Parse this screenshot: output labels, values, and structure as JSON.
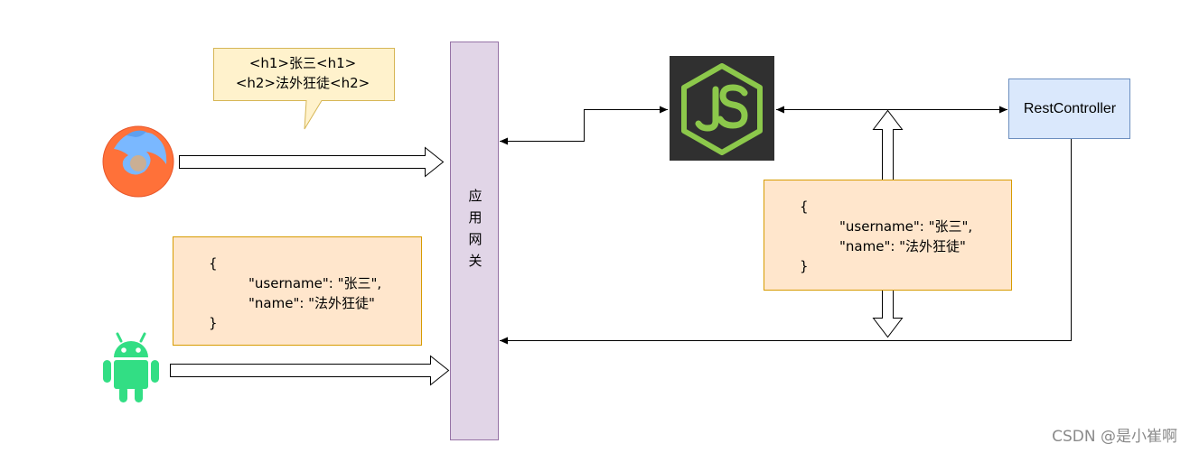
{
  "callout_bubble": {
    "line1": "<h1>张三<h1>",
    "line2": "<h2>法外狂徒<h2>"
  },
  "gateway": {
    "label_chars": [
      "应",
      "用",
      "网",
      "关"
    ]
  },
  "json_left": {
    "open": "{",
    "username_line": "\"username\": \"张三\",",
    "name_line": "\"name\": \"法外狂徒\"",
    "close": "}"
  },
  "json_right": {
    "open": "{",
    "username_line": "\"username\": \"张三\",",
    "name_line": "\"name\": \"法外狂徒\"",
    "close": "}"
  },
  "rest_controller": {
    "label": "RestController"
  },
  "watermark": "CSDN @是小崔啊",
  "icons": [
    "firefox-icon",
    "android-icon",
    "nodejs-icon"
  ],
  "colors": {
    "callout_fill": "#fff2cc",
    "callout_border": "#d6b656",
    "json_fill": "#ffe6cc",
    "json_border": "#d79b00",
    "gateway_fill": "#e1d5e7",
    "gateway_border": "#9673a6",
    "rest_fill": "#dae8fc",
    "rest_border": "#6c8ebf",
    "node_bg": "#303030",
    "node_green": "#8cc84b",
    "android_green": "#32de84"
  }
}
